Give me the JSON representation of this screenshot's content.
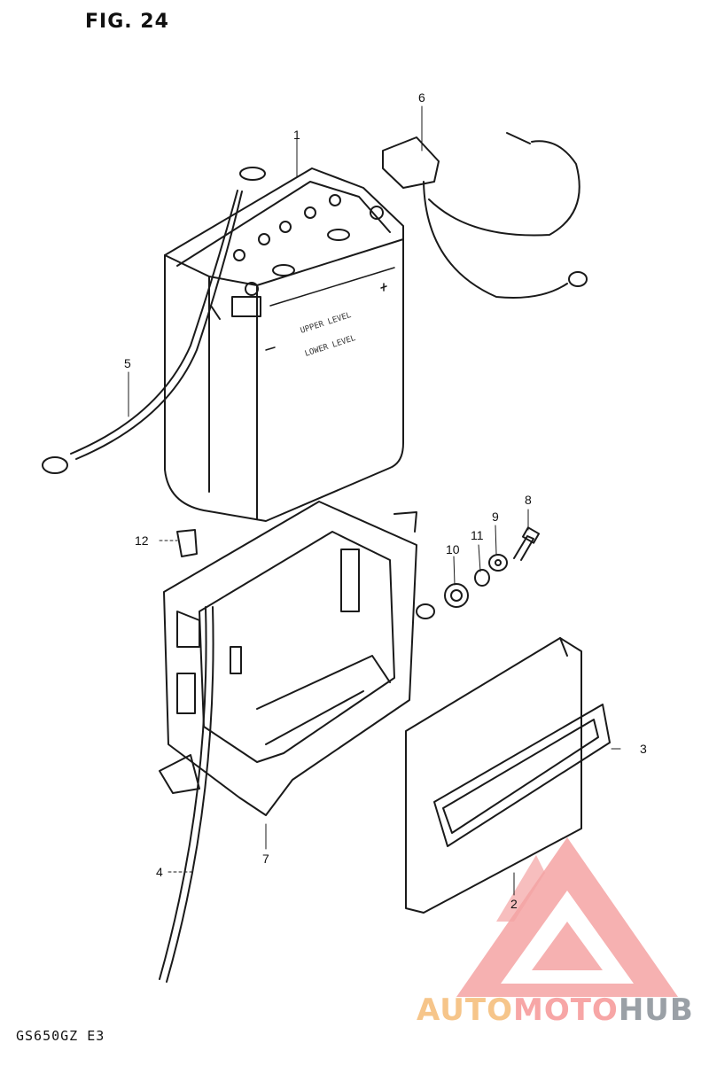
{
  "figure": {
    "title": "FIG. 24",
    "model_code": "GS650GZ  E3"
  },
  "battery_labels": {
    "upper_level": "UPPER LEVEL",
    "lower_level": "LOWER LEVEL"
  },
  "callouts": {
    "c1": "1",
    "c2": "2",
    "c3": "3",
    "c4": "4",
    "c5": "5",
    "c6": "6",
    "c7": "7",
    "c8": "8",
    "c9": "9",
    "c10": "10",
    "c11": "11",
    "c12": "12"
  },
  "watermark": {
    "part1": "AUTO",
    "part2": "MOTO",
    "part3": "HUB"
  },
  "colors": {
    "line": "#1a1a1a",
    "watermark_red": "#f08080",
    "watermark_orange": "#f6c58a",
    "watermark_gray": "#9aa0a6"
  }
}
